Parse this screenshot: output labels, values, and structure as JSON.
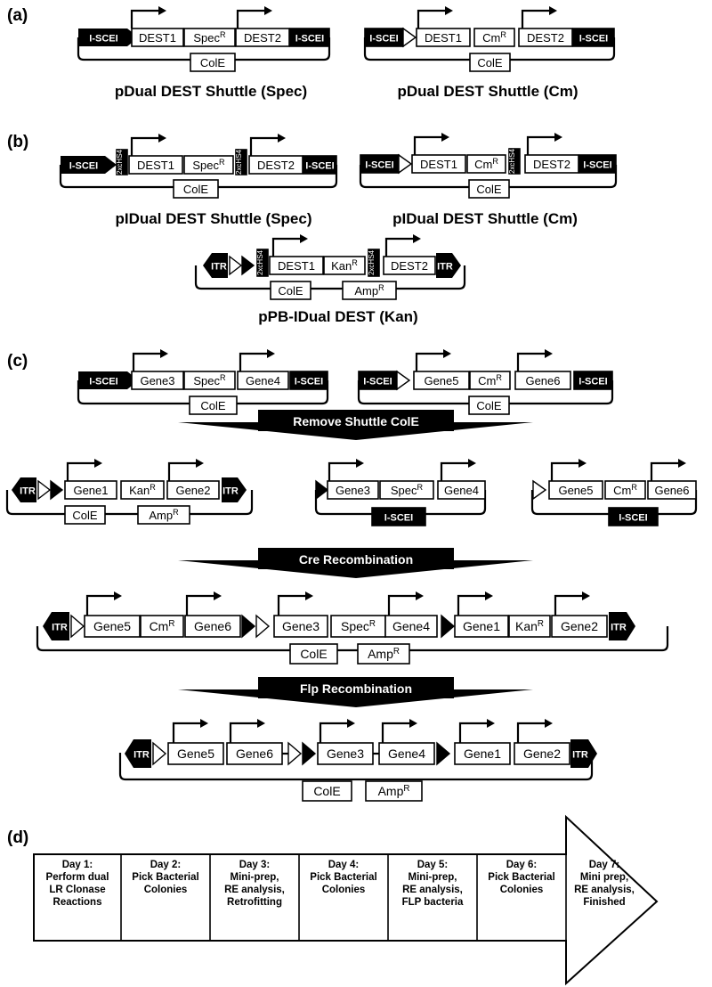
{
  "panels": {
    "a": "(a)",
    "b": "(b)",
    "c": "(c)",
    "d": "(d)"
  },
  "labels": {
    "i_scei": "I-SCEI",
    "dest1": "DEST1",
    "dest2": "DEST2",
    "spec": "Spec",
    "cm": "Cm",
    "kan": "Kan",
    "amp": "Amp",
    "resistance_sup": "R",
    "cole": "ColE",
    "itr": "ITR",
    "ins": "2xcHS4",
    "gene1": "Gene1",
    "gene2": "Gene2",
    "gene3": "Gene3",
    "gene4": "Gene4",
    "gene5": "Gene5",
    "gene6": "Gene6"
  },
  "titles": {
    "a_spec": "pDual DEST Shuttle (Spec)",
    "a_cm": "pDual DEST Shuttle (Cm)",
    "b_spec": "pIDual DEST Shuttle (Spec)",
    "b_cm": "pIDual DEST Shuttle (Cm)",
    "b_kan": "pPB-IDual DEST (Kan)"
  },
  "steps": {
    "remove": "Remove Shuttle ColE",
    "cre": "Cre Recombination",
    "flp": "Flp Recombination"
  },
  "timeline": [
    [
      "Day 1:",
      "Perform dual",
      "LR Clonase",
      "Reactions"
    ],
    [
      "Day 2:",
      "Pick Bacterial",
      "Colonies"
    ],
    [
      "Day 3:",
      "Mini-prep,",
      "RE analysis,",
      "Retrofitting"
    ],
    [
      "Day 4:",
      "Pick Bacterial",
      "Colonies"
    ],
    [
      "Day 5:",
      "Mini-prep,",
      "RE analysis,",
      "FLP bacteria"
    ],
    [
      "Day 6:",
      "Pick Bacterial",
      "Colonies"
    ],
    [
      "Day 7:",
      "Mini prep,",
      "RE analysis,",
      "Finished"
    ]
  ]
}
